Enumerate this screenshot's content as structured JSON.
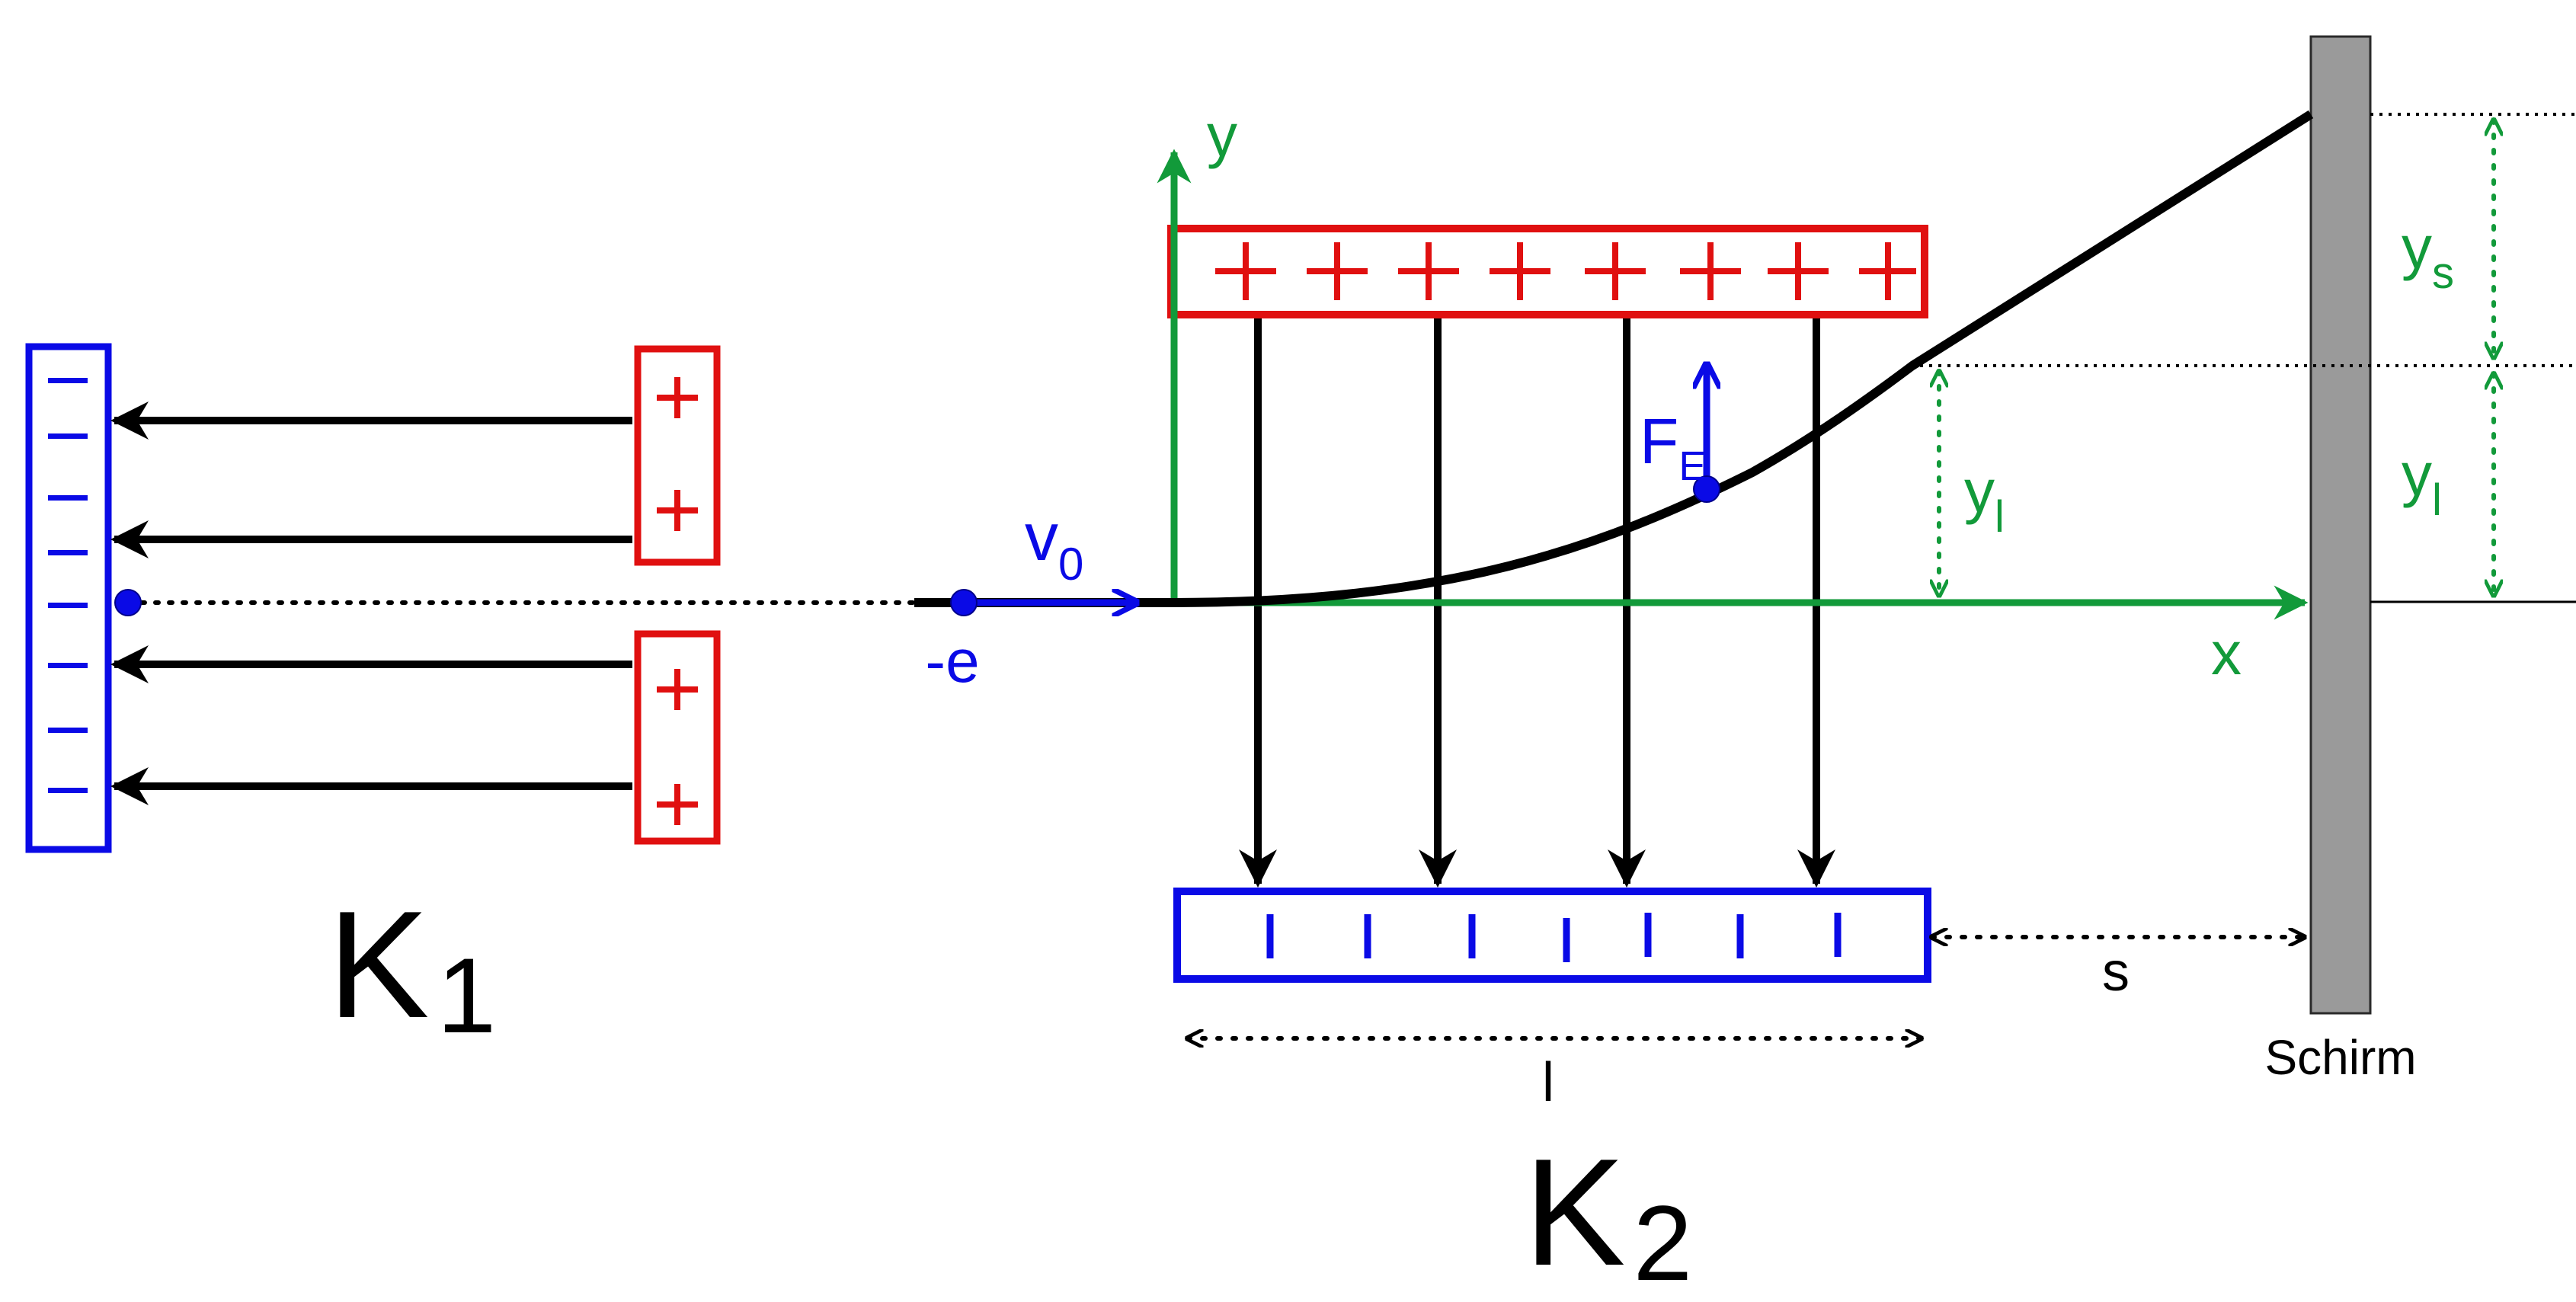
{
  "capacitor_1": {
    "label_main": "K",
    "label_sub": "1",
    "negative_sign": "−",
    "positive_sign": "+"
  },
  "capacitor_2": {
    "label_main": "K",
    "label_sub": "2",
    "positive_sign": "+",
    "negative_sign": "I"
  },
  "electron": {
    "charge_label": "-e"
  },
  "velocity": {
    "symbol": "v",
    "subscript": "0"
  },
  "force": {
    "symbol": "F",
    "subscript": "E"
  },
  "axes": {
    "x_label": "x",
    "y_label": "y"
  },
  "dimensions": {
    "plate_length": "l",
    "gap_to_screen": "s",
    "screen_deflection_symbol": "y",
    "screen_deflection_subscript": "s",
    "plate_deflection_symbol": "y",
    "plate_deflection_subscript": "l"
  },
  "screen": {
    "label": "Schirm"
  },
  "colors": {
    "negative": "#0a0ae6",
    "positive": "#e01010",
    "coordinate": "#129a3a",
    "trajectory": "#000000",
    "screen_fill": "#9a9a9a"
  }
}
